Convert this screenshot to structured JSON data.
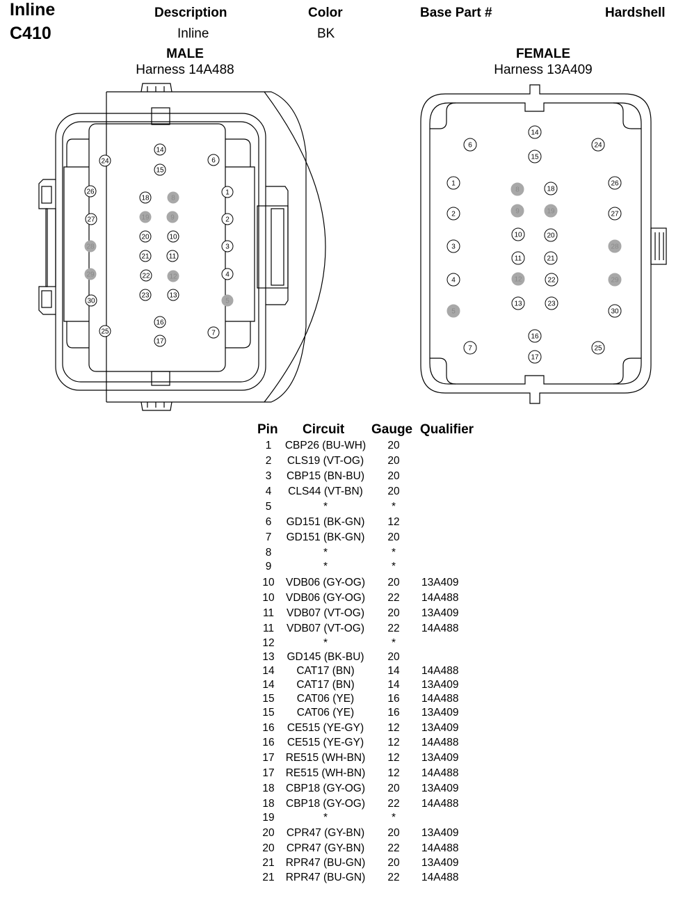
{
  "header": {
    "connector_line1": "Inline",
    "connector_line2": "C410",
    "description_label": "Description",
    "description_value": "Inline",
    "color_label": "Color",
    "color_value": "BK",
    "base_part_label": "Base Part #",
    "base_part_value": "",
    "hardshell_label": "Hardshell"
  },
  "male": {
    "title": "MALE",
    "harness": "Harness 14A488"
  },
  "female": {
    "title": "FEMALE",
    "harness": "Harness 13A409"
  },
  "male_pins": [
    {
      "n": "14",
      "s": false
    },
    {
      "n": "15",
      "s": false
    },
    {
      "n": "24",
      "s": false
    },
    {
      "n": "6",
      "s": false
    },
    {
      "n": "26",
      "s": false
    },
    {
      "n": "18",
      "s": false
    },
    {
      "n": "8",
      "s": true
    },
    {
      "n": "1",
      "s": false
    },
    {
      "n": "27",
      "s": false
    },
    {
      "n": "19",
      "s": true
    },
    {
      "n": "9",
      "s": true
    },
    {
      "n": "2",
      "s": false
    },
    {
      "n": "20",
      "s": false
    },
    {
      "n": "10",
      "s": false
    },
    {
      "n": "28",
      "s": true
    },
    {
      "n": "3",
      "s": false
    },
    {
      "n": "21",
      "s": false
    },
    {
      "n": "11",
      "s": false
    },
    {
      "n": "29",
      "s": true
    },
    {
      "n": "22",
      "s": false
    },
    {
      "n": "12",
      "s": true
    },
    {
      "n": "4",
      "s": false
    },
    {
      "n": "30",
      "s": false
    },
    {
      "n": "23",
      "s": false
    },
    {
      "n": "13",
      "s": false
    },
    {
      "n": "5",
      "s": true
    },
    {
      "n": "16",
      "s": false
    },
    {
      "n": "25",
      "s": false
    },
    {
      "n": "7",
      "s": false
    },
    {
      "n": "17",
      "s": false
    }
  ],
  "female_pins": [
    {
      "n": "14",
      "s": false
    },
    {
      "n": "6",
      "s": false
    },
    {
      "n": "24",
      "s": false
    },
    {
      "n": "15",
      "s": false
    },
    {
      "n": "1",
      "s": false
    },
    {
      "n": "8",
      "s": true
    },
    {
      "n": "18",
      "s": false
    },
    {
      "n": "26",
      "s": false
    },
    {
      "n": "2",
      "s": false
    },
    {
      "n": "9",
      "s": true
    },
    {
      "n": "19",
      "s": true
    },
    {
      "n": "27",
      "s": false
    },
    {
      "n": "3",
      "s": false
    },
    {
      "n": "10",
      "s": false
    },
    {
      "n": "20",
      "s": false
    },
    {
      "n": "28",
      "s": true
    },
    {
      "n": "11",
      "s": false
    },
    {
      "n": "21",
      "s": false
    },
    {
      "n": "4",
      "s": false
    },
    {
      "n": "12",
      "s": true
    },
    {
      "n": "22",
      "s": false
    },
    {
      "n": "29",
      "s": true
    },
    {
      "n": "13",
      "s": false
    },
    {
      "n": "23",
      "s": false
    },
    {
      "n": "5",
      "s": true
    },
    {
      "n": "30",
      "s": false
    },
    {
      "n": "16",
      "s": false
    },
    {
      "n": "7",
      "s": false
    },
    {
      "n": "25",
      "s": false
    },
    {
      "n": "17",
      "s": false
    }
  ],
  "table": {
    "headers": {
      "pin": "Pin",
      "circuit": "Circuit",
      "gauge": "Gauge",
      "qualifier": "Qualifier"
    },
    "rows": [
      {
        "pin": "1",
        "circuit": "CBP26 (BU-WH)",
        "gauge": "20",
        "qualifier": ""
      },
      {
        "pin": "2",
        "circuit": "CLS19 (VT-OG)",
        "gauge": "20",
        "qualifier": ""
      },
      {
        "pin": "3",
        "circuit": "CBP15 (BN-BU)",
        "gauge": "20",
        "qualifier": ""
      },
      {
        "pin": "4",
        "circuit": "CLS44 (VT-BN)",
        "gauge": "20",
        "qualifier": ""
      },
      {
        "pin": "5",
        "circuit": "*",
        "gauge": "*",
        "qualifier": ""
      },
      {
        "pin": "6",
        "circuit": "GD151 (BK-GN)",
        "gauge": "12",
        "qualifier": ""
      },
      {
        "pin": "7",
        "circuit": "GD151 (BK-GN)",
        "gauge": "20",
        "qualifier": ""
      },
      {
        "pin": "8",
        "circuit": "*",
        "gauge": "*",
        "qualifier": ""
      },
      {
        "pin": "9",
        "circuit": "*",
        "gauge": "*",
        "qualifier": ""
      },
      {
        "pin": "10",
        "circuit": "VDB06 (GY-OG)",
        "gauge": "20",
        "qualifier": "13A409"
      },
      {
        "pin": "10",
        "circuit": "VDB06 (GY-OG)",
        "gauge": "22",
        "qualifier": "14A488"
      },
      {
        "pin": "11",
        "circuit": "VDB07 (VT-OG)",
        "gauge": "20",
        "qualifier": "13A409"
      },
      {
        "pin": "11",
        "circuit": "VDB07 (VT-OG)",
        "gauge": "22",
        "qualifier": "14A488"
      },
      {
        "pin": "12",
        "circuit": "*",
        "gauge": "*",
        "qualifier": ""
      },
      {
        "pin": "13",
        "circuit": "GD145 (BK-BU)",
        "gauge": "20",
        "qualifier": ""
      },
      {
        "pin": "14",
        "circuit": "CAT17 (BN)",
        "gauge": "14",
        "qualifier": "14A488"
      },
      {
        "pin": "14",
        "circuit": "CAT17 (BN)",
        "gauge": "14",
        "qualifier": "13A409"
      },
      {
        "pin": "15",
        "circuit": "CAT06 (YE)",
        "gauge": "16",
        "qualifier": "14A488"
      },
      {
        "pin": "15",
        "circuit": "CAT06 (YE)",
        "gauge": "16",
        "qualifier": "13A409"
      },
      {
        "pin": "16",
        "circuit": "CE515 (YE-GY)",
        "gauge": "12",
        "qualifier": "13A409"
      },
      {
        "pin": "16",
        "circuit": "CE515 (YE-GY)",
        "gauge": "12",
        "qualifier": "14A488"
      },
      {
        "pin": "17",
        "circuit": "RE515 (WH-BN)",
        "gauge": "12",
        "qualifier": "13A409"
      },
      {
        "pin": "17",
        "circuit": "RE515 (WH-BN)",
        "gauge": "12",
        "qualifier": "14A488"
      },
      {
        "pin": "18",
        "circuit": "CBP18 (GY-OG)",
        "gauge": "20",
        "qualifier": "13A409"
      },
      {
        "pin": "18",
        "circuit": "CBP18 (GY-OG)",
        "gauge": "22",
        "qualifier": "14A488"
      },
      {
        "pin": "19",
        "circuit": "*",
        "gauge": "*",
        "qualifier": ""
      },
      {
        "pin": "20",
        "circuit": "CPR47 (GY-BN)",
        "gauge": "20",
        "qualifier": "13A409"
      },
      {
        "pin": "20",
        "circuit": "CPR47 (GY-BN)",
        "gauge": "22",
        "qualifier": "14A488"
      },
      {
        "pin": "21",
        "circuit": "RPR47 (BU-GN)",
        "gauge": "20",
        "qualifier": "13A409"
      },
      {
        "pin": "21",
        "circuit": "RPR47 (BU-GN)",
        "gauge": "22",
        "qualifier": "14A488"
      }
    ]
  },
  "colors": {
    "pin_fill_shaded": "#a8a8a8",
    "pin_fill_open": "#ffffff",
    "outline": "#000000"
  }
}
